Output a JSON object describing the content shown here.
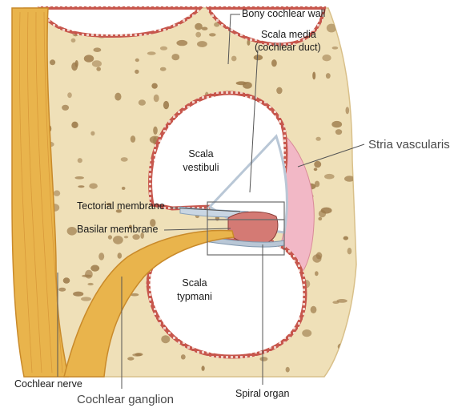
{
  "labels": {
    "bony_wall": "Bony cochlear wall",
    "scala_media_1": "Scala media",
    "scala_media_2": "(cochlear duct)",
    "stria": "Stria vascularis",
    "scala_vestibuli_1": "Scala",
    "scala_vestibuli_2": "vestibuli",
    "tectorial": "Tectorial membrane",
    "basilar": "Basilar membrane",
    "scala_tympani_1": "Scala",
    "scala_tympani_2": "typmani",
    "cochlear_nerve": "Cochlear nerve",
    "cochlear_ganglion": "Cochlear ganglion",
    "spiral_organ": "Spiral organ"
  },
  "colors": {
    "bone": "#efe0b8",
    "bone_pore": "#9c7a4a",
    "nerve": "#e9b44c",
    "nerve_dark": "#c98a2a",
    "lining": "#b8463e",
    "cavity_edge": "#b9c7d6",
    "stria": "#f2b8c6",
    "organ": "#d47a74"
  }
}
